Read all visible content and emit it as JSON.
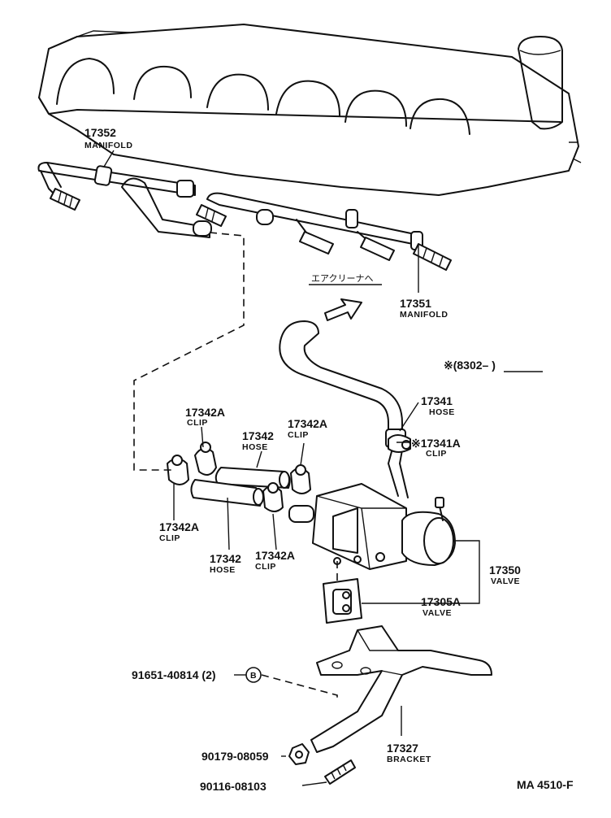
{
  "diagram": {
    "code": "MA 4510-F",
    "direction_note": "エアクリーナへ",
    "date_note": "※(8302–        )",
    "labels": {
      "p17352": {
        "num": "17352",
        "name": "MANIFOLD"
      },
      "p17351": {
        "num": "17351",
        "name": "MANIFOLD"
      },
      "p17341": {
        "num": "17341",
        "name": "HOSE"
      },
      "p17341A": {
        "num": "※17341A",
        "name": "CLIP"
      },
      "p17342A_top_left": {
        "num": "17342A",
        "name": "CLIP"
      },
      "p17342_top": {
        "num": "17342",
        "name": "HOSE"
      },
      "p17342A_top_right": {
        "num": "17342A",
        "name": "CLIP"
      },
      "p17342A_bottom_left": {
        "num": "17342A",
        "name": "CLIP"
      },
      "p17342_bottom": {
        "num": "17342",
        "name": "HOSE"
      },
      "p17342A_bottom_right": {
        "num": "17342A",
        "name": "CLIP"
      },
      "p17350": {
        "num": "17350",
        "name": "VALVE"
      },
      "p17305A": {
        "num": "17305A",
        "name": "VALVE"
      },
      "p17327": {
        "num": "17327",
        "name": "BRACKET"
      },
      "p91651": {
        "num": "91651-40814 (2)"
      },
      "p90179": {
        "num": "90179-08059"
      },
      "p90116": {
        "num": "90116-08103"
      }
    },
    "callout_symbol": "B"
  }
}
